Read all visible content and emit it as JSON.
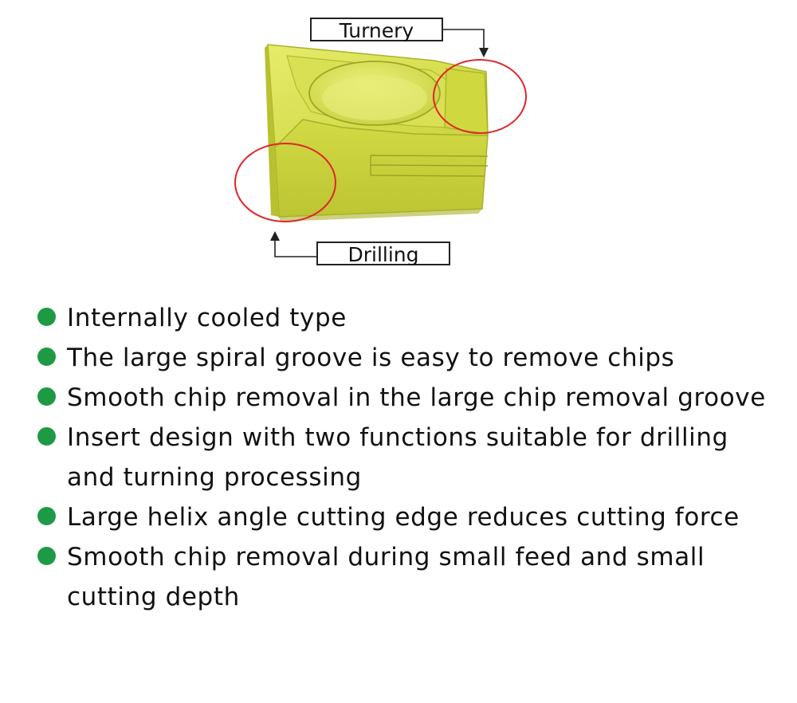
{
  "figure": {
    "insert_color": "#d8e04a",
    "insert_shadow_color": "#aab32a",
    "highlight_circle_color": "#e0252a",
    "labels": {
      "turnery": "Turnery",
      "drilling": "Drilling"
    }
  },
  "features": {
    "bullet_color": "#1e9a45",
    "items": [
      "Internally cooled type",
      "The large spiral groove is easy to remove chips",
      "Smooth chip removal in the large chip removal groove",
      "Insert design with two functions suitable for drilling and turning processing",
      "Large helix angle cutting edge reduces cutting force",
      "Smooth chip removal during small feed and small cutting depth"
    ]
  }
}
